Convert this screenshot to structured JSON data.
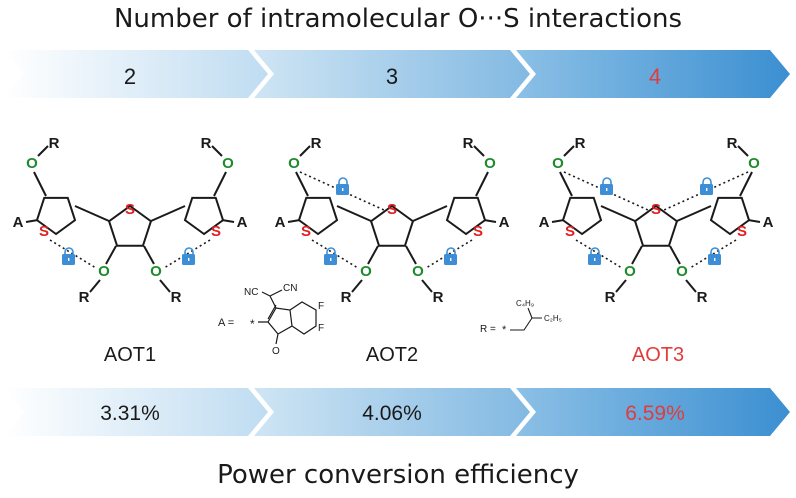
{
  "titles": {
    "top": "Number of intramolecular O···S interactions",
    "bottom": "Power conversion efficiency"
  },
  "interactions": [
    "2",
    "3",
    "4"
  ],
  "efficiencies": [
    "3.31%",
    "4.06%",
    "6.59%"
  ],
  "molecules": [
    {
      "name": "AOT1",
      "highlight": false
    },
    {
      "name": "AOT2",
      "highlight": false
    },
    {
      "name": "AOT3",
      "highlight": true
    }
  ],
  "atoms": {
    "oxygen": "O",
    "sulfur": "S",
    "r_group": "R",
    "acceptor": "A"
  },
  "definitions": {
    "a_label": "A =",
    "r_label": "R =",
    "nitrile": "NC",
    "nitrile2": "CN",
    "fluorine": "F",
    "carbonyl_o": "O",
    "star": "*",
    "c4h9": "C₄H₉",
    "c2h5": "C₂H₅"
  },
  "colors": {
    "arrow_light": "#eaf4fb",
    "arrow_mid": "#9cc9e8",
    "arrow_dark": "#3b8fd1",
    "highlight": "#e03c3c",
    "oxygen": "#1f8a2b",
    "sulfur": "#e02020",
    "lock": "#3d8ed6",
    "text": "#1a1a1a"
  }
}
